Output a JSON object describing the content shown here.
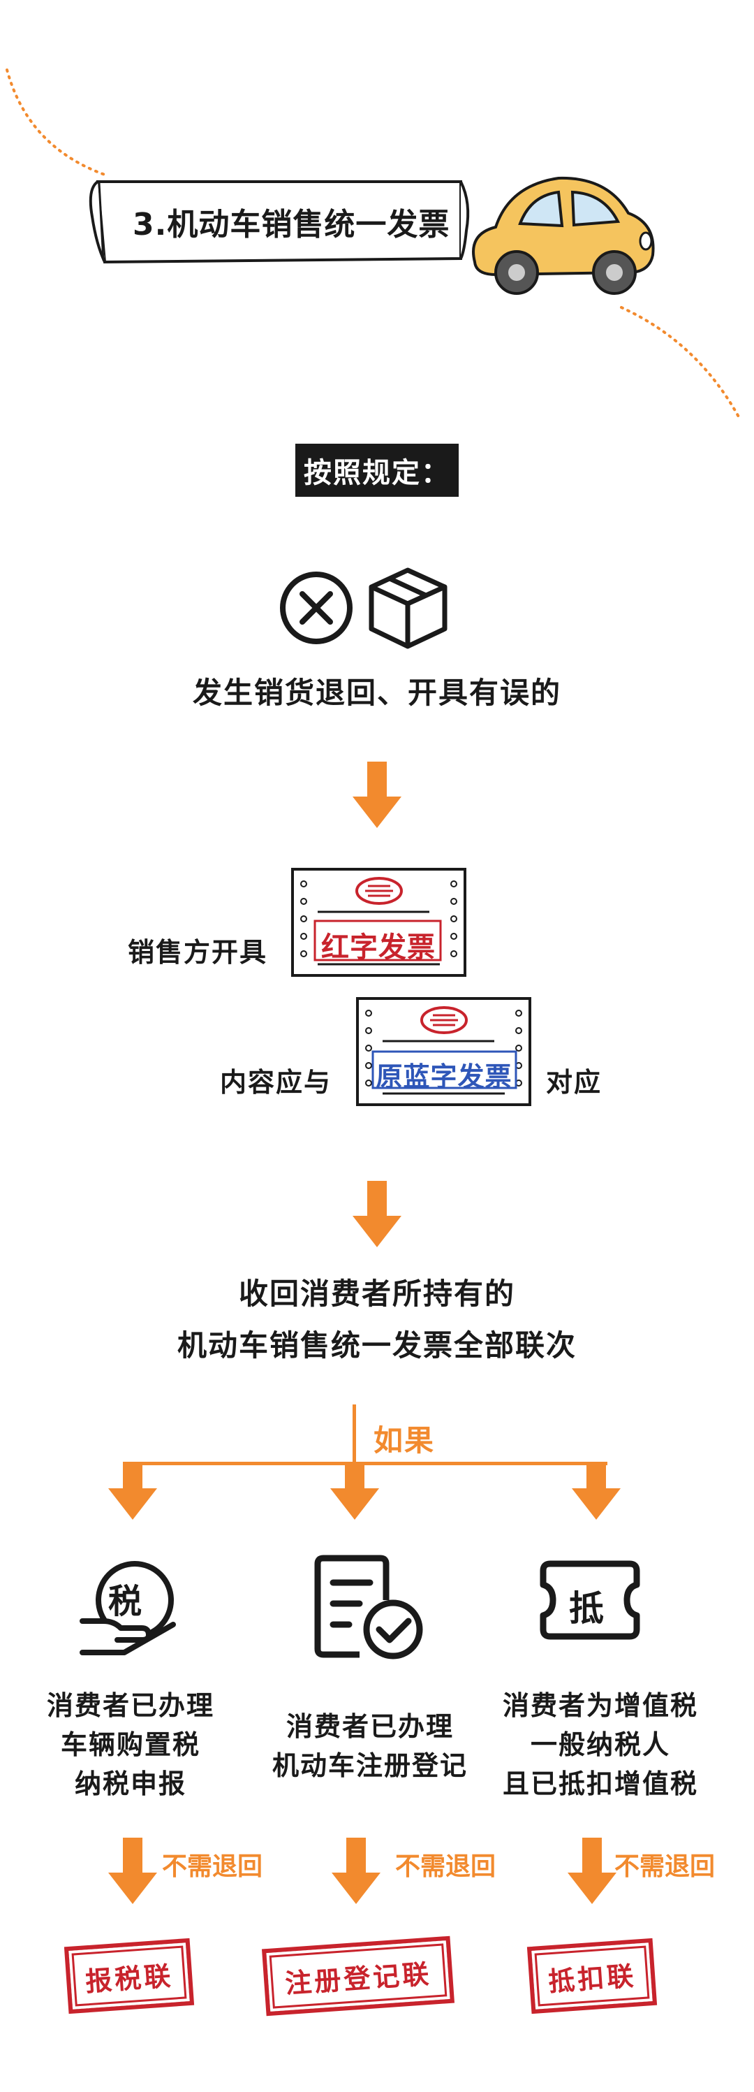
{
  "header": {
    "title": "3.机动车销售统一发票"
  },
  "rule_tag": "按照规定：",
  "step1": {
    "text": "发生销货退回、开具有误的"
  },
  "step2": {
    "seller_label": "销售方开具",
    "red_invoice": "红字发票",
    "content_label": "内容应与",
    "blue_invoice": "原蓝字发票",
    "match_label": "对应"
  },
  "step3": {
    "line1": "收回消费者所持有的",
    "line2": "机动车销售统一发票全部联次"
  },
  "branch_label": "如果",
  "branches": [
    {
      "icon": "税",
      "lines": [
        "消费者已办理",
        "车辆购置税",
        "纳税申报"
      ],
      "no_return": "不需退回",
      "stamp": "报税联"
    },
    {
      "icon": "",
      "lines": [
        "消费者已办理",
        "机动车注册登记"
      ],
      "no_return": "不需退回",
      "stamp": "注册登记联"
    },
    {
      "icon": "抵",
      "lines": [
        "消费者为增值税",
        "一般纳税人",
        "且已抵扣增值税"
      ],
      "no_return": "不需退回",
      "stamp": "抵扣联"
    }
  ],
  "colors": {
    "accent": "#f28a2e",
    "stamp_red": "#c8232c",
    "ink": "#1a1a1a",
    "car": "#f5c45e"
  }
}
